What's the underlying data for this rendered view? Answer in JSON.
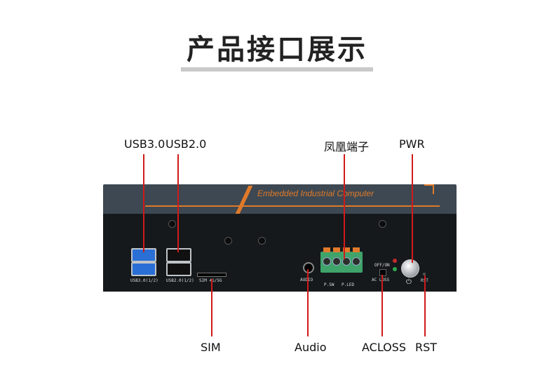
{
  "title": "产品接口展示",
  "chassis": {
    "brand_text": "Embedded Industrial Computer",
    "port_labels": {
      "usb30": "USB3.0(1/2)",
      "usb20": "USB2.0(1/2)",
      "sim": "SIM 4G/5G",
      "audio": "AUDIO",
      "off_on": "OFF/ON",
      "ac_loss": "AC LOSS",
      "rst": "RST",
      "p_sw": "P.SW",
      "p_led": "P.LED"
    }
  },
  "callouts": {
    "usb30": "USB3.0",
    "usb20": "USB2.0",
    "phoenix": "凤凰端子",
    "pwr": "PWR",
    "sim": "SIM",
    "audio": "Audio",
    "acloss": "ACLOSS",
    "rst": "RST"
  },
  "colors": {
    "callout_line": "#d11a1a",
    "accent": "#e07a2a",
    "usb3_blue": "#2a6fd6",
    "terminal_green": "#3fa36a"
  }
}
